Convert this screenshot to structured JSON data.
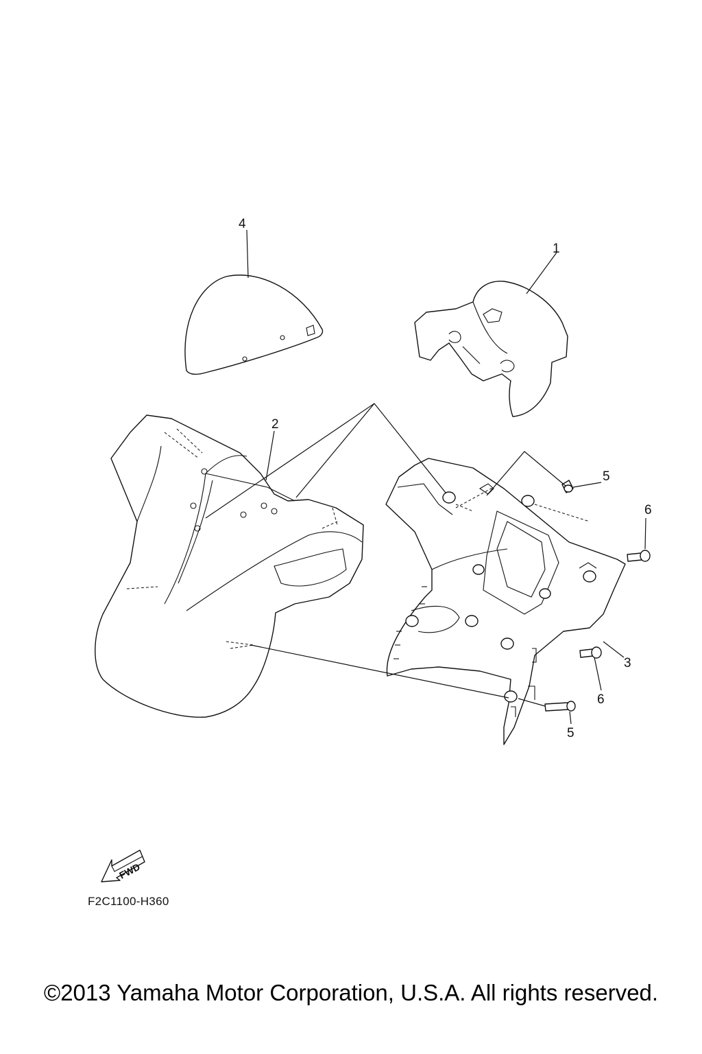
{
  "callouts": {
    "c1": "1",
    "c2": "2",
    "c3": "3",
    "c4": "4",
    "c5a": "5",
    "c5b": "5",
    "c6a": "6",
    "c6b": "6"
  },
  "fwd_label": "FWD",
  "diagram_code": "F2C1100-H360",
  "copyright": "©2013 Yamaha Motor Corporation, U.S.A. All rights reserved."
}
